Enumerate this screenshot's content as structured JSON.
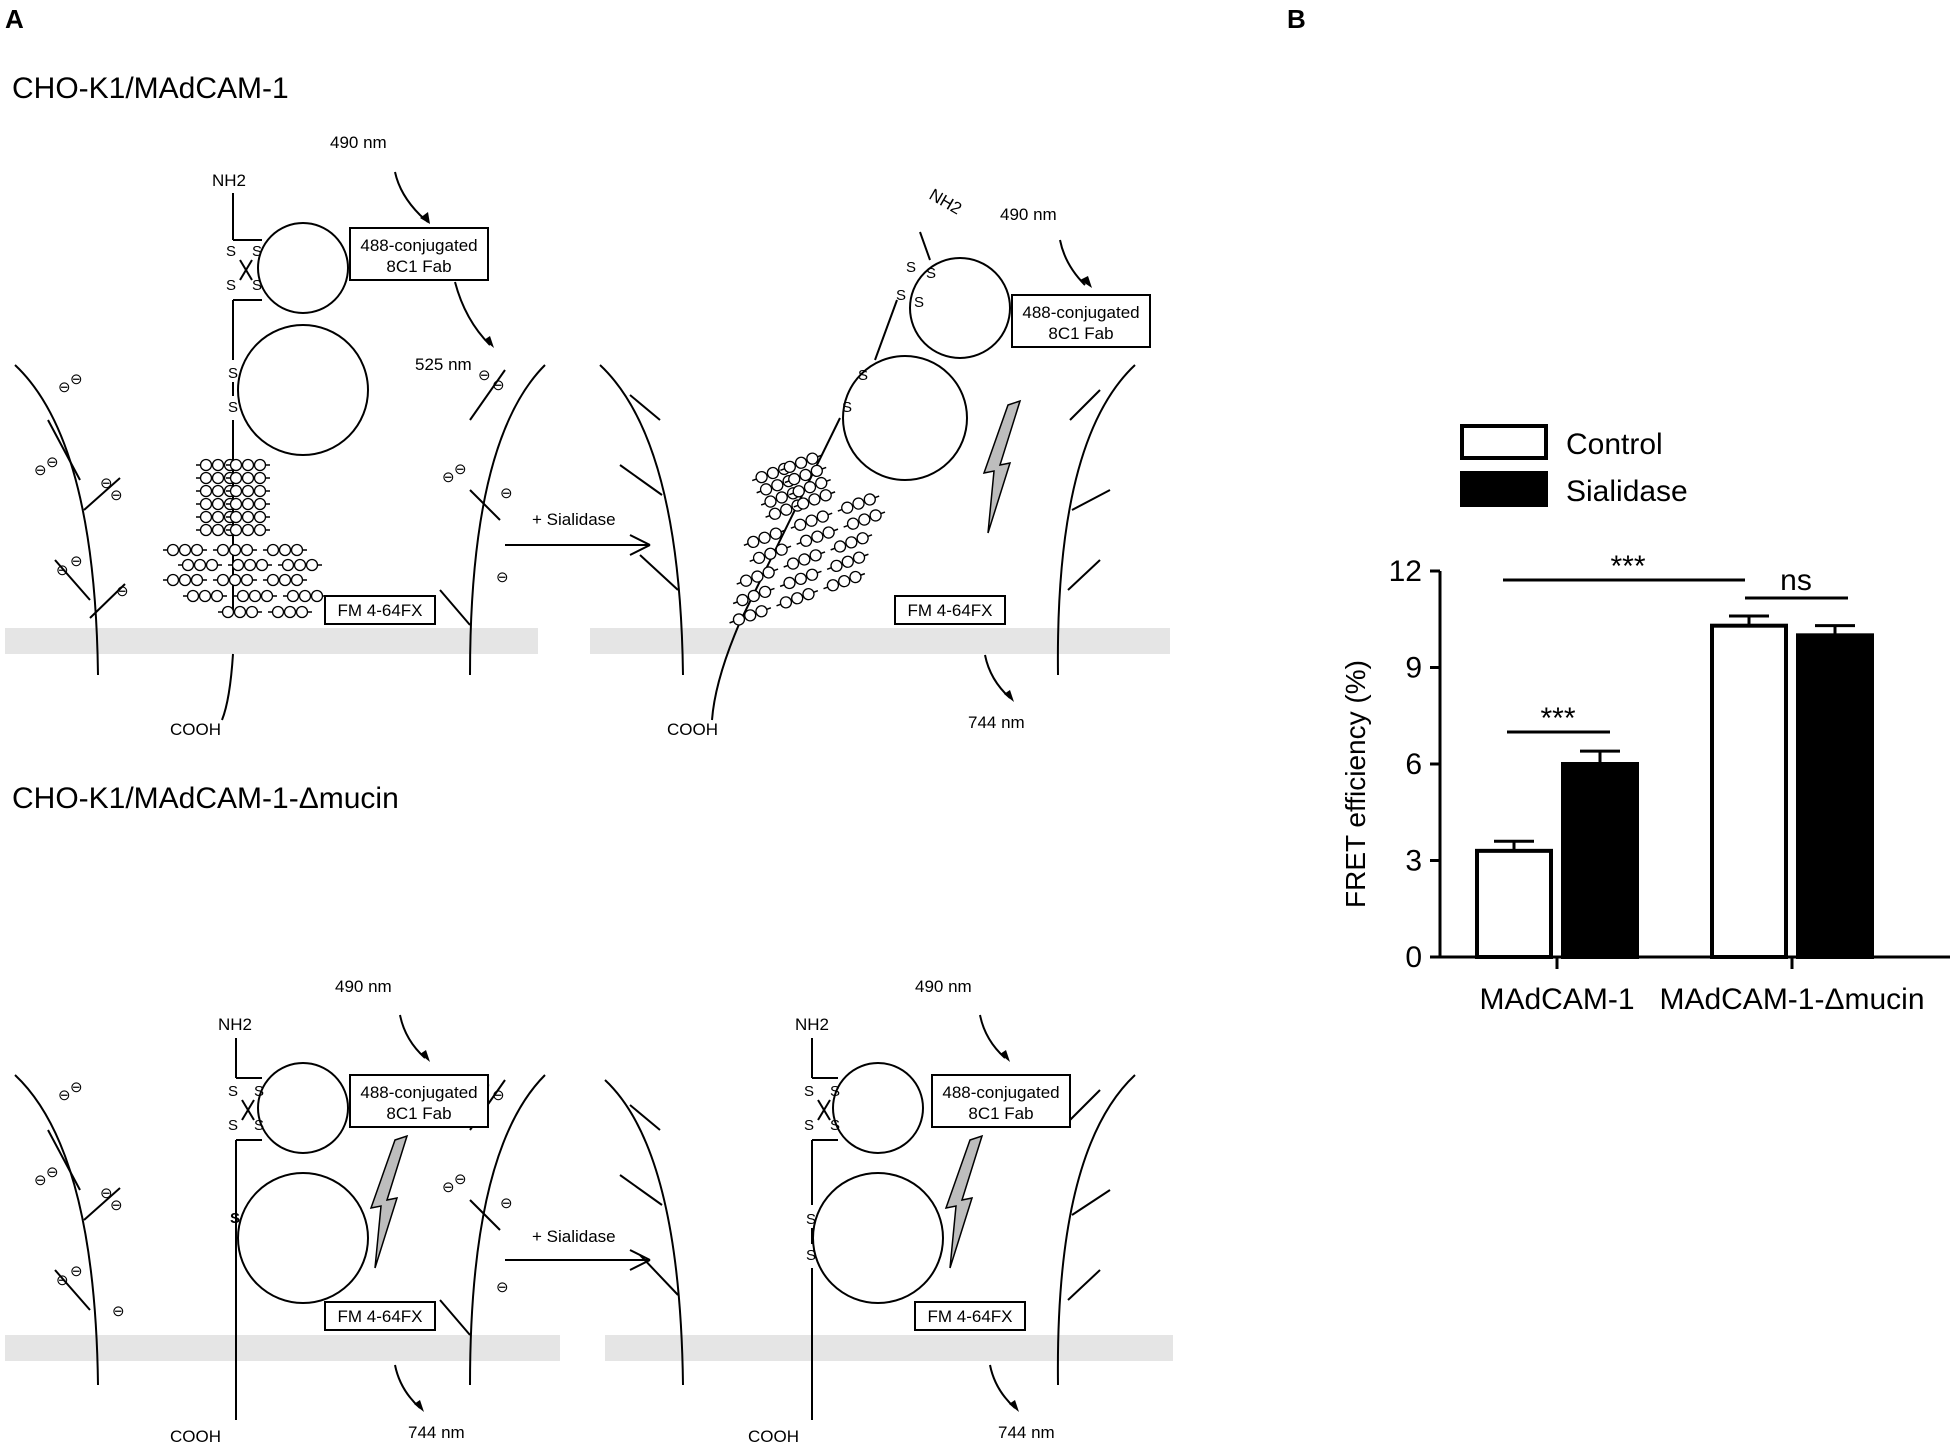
{
  "panels": {
    "a": "A",
    "b": "B"
  },
  "diagram": {
    "top_title": "CHO-K1/MAdCAM-1",
    "bottom_title": "CHO-K1/MAdCAM-1-Δmucin",
    "nh2": "NH2",
    "cooh": "COOH",
    "excitation": "490 nm",
    "donor_emission": "525 nm",
    "acceptor_emission": "744 nm",
    "fab_line1": "488-conjugated",
    "fab_line2": "8C1 Fab",
    "acceptor": "FM 4-64FX",
    "treatment": "+ Sialidase",
    "s": "S",
    "charge": "⊖"
  },
  "chart_data": {
    "type": "bar",
    "categories": [
      "MAdCAM-1",
      "MAdCAM-1-Δmucin"
    ],
    "series": [
      {
        "name": "Control",
        "values": [
          3.3,
          10.3
        ],
        "errors": [
          0.3,
          0.3
        ],
        "color": "#ffffff"
      },
      {
        "name": "Sialidase",
        "values": [
          6.0,
          10.0
        ],
        "errors": [
          0.4,
          0.3
        ],
        "color": "#000000"
      }
    ],
    "ylabel": "FRET efficiency (%)",
    "ylim": [
      0,
      12
    ],
    "yticks": [
      0,
      3,
      6,
      9,
      12
    ],
    "legend": "top",
    "annotations": [
      {
        "text": "***",
        "between": "MAdCAM-1 Control vs Sialidase"
      },
      {
        "text": "***",
        "between": "MAdCAM-1 Control vs MAdCAM-1-Δmucin"
      },
      {
        "text": "ns",
        "between": "MAdCAM-1-Δmucin Control vs Sialidase"
      }
    ]
  }
}
